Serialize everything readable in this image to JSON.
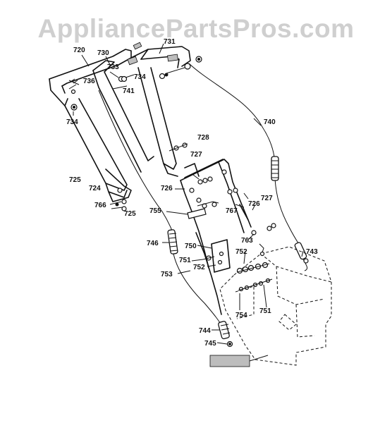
{
  "watermark": "AppliancePartsPros.com",
  "callouts": [
    {
      "id": "720",
      "text": "720"
    },
    {
      "id": "730",
      "text": "730"
    },
    {
      "id": "733",
      "text": "733"
    },
    {
      "id": "731",
      "text": "731"
    },
    {
      "id": "736",
      "text": "736"
    },
    {
      "id": "734a",
      "text": "734"
    },
    {
      "id": "741",
      "text": "741"
    },
    {
      "id": "734b",
      "text": "734"
    },
    {
      "id": "740",
      "text": "740"
    },
    {
      "id": "728",
      "text": "728"
    },
    {
      "id": "727a",
      "text": "727"
    },
    {
      "id": "725a",
      "text": "725"
    },
    {
      "id": "724",
      "text": "724"
    },
    {
      "id": "726a",
      "text": "726"
    },
    {
      "id": "727b",
      "text": "727"
    },
    {
      "id": "766",
      "text": "766"
    },
    {
      "id": "725b",
      "text": "725"
    },
    {
      "id": "755",
      "text": "755"
    },
    {
      "id": "767",
      "text": "767"
    },
    {
      "id": "726b",
      "text": "726"
    },
    {
      "id": "763",
      "text": "763"
    },
    {
      "id": "746",
      "text": "746"
    },
    {
      "id": "750",
      "text": "750"
    },
    {
      "id": "752a",
      "text": "752"
    },
    {
      "id": "743",
      "text": "743"
    },
    {
      "id": "751a",
      "text": "751"
    },
    {
      "id": "752b",
      "text": "752"
    },
    {
      "id": "753",
      "text": "753"
    },
    {
      "id": "754",
      "text": "754"
    },
    {
      "id": "751b",
      "text": "751"
    },
    {
      "id": "744",
      "text": "744"
    },
    {
      "id": "745",
      "text": "745"
    }
  ]
}
